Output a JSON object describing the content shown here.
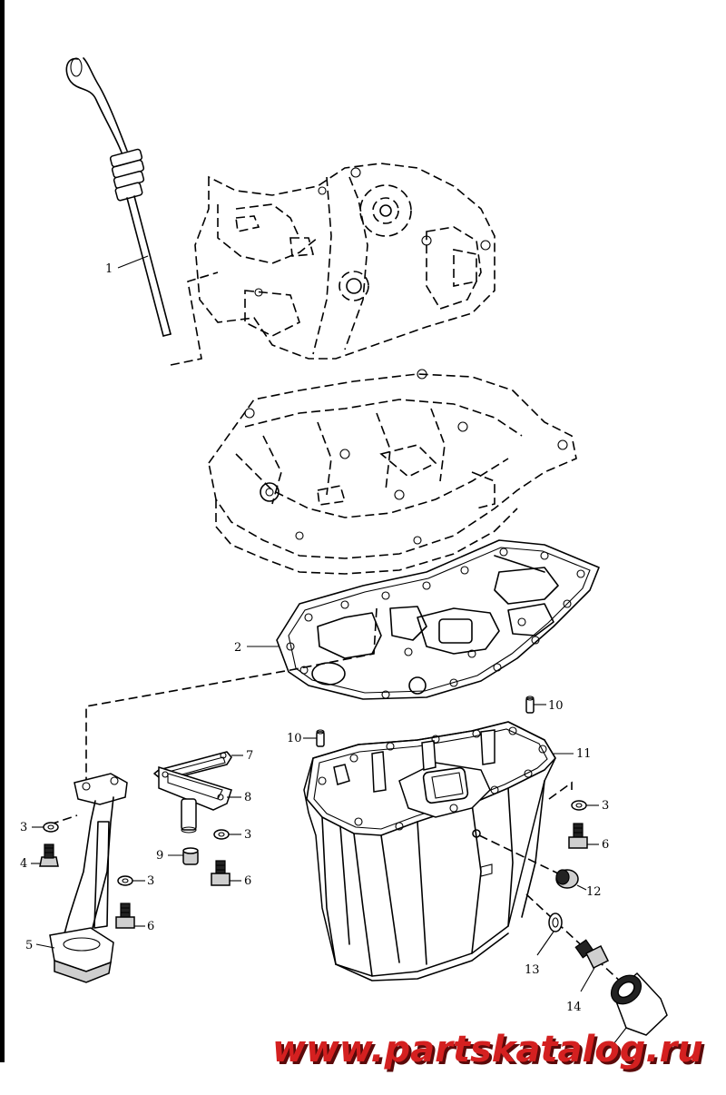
{
  "diagram": {
    "callouts": [
      {
        "id": "c1",
        "label": "1"
      },
      {
        "id": "c2",
        "label": "2"
      },
      {
        "id": "c3a",
        "label": "3"
      },
      {
        "id": "c3b",
        "label": "3"
      },
      {
        "id": "c3c",
        "label": "3"
      },
      {
        "id": "c3d",
        "label": "3"
      },
      {
        "id": "c4",
        "label": "4"
      },
      {
        "id": "c5",
        "label": "5"
      },
      {
        "id": "c6a",
        "label": "6"
      },
      {
        "id": "c6b",
        "label": "6"
      },
      {
        "id": "c6c",
        "label": "6"
      },
      {
        "id": "c7",
        "label": "7"
      },
      {
        "id": "c8",
        "label": "8"
      },
      {
        "id": "c9",
        "label": "9"
      },
      {
        "id": "c10a",
        "label": "10"
      },
      {
        "id": "c10b",
        "label": "10"
      },
      {
        "id": "c11",
        "label": "11"
      },
      {
        "id": "c12",
        "label": "12"
      },
      {
        "id": "c13",
        "label": "13"
      },
      {
        "id": "c14",
        "label": "14"
      }
    ],
    "watermark": "www.partskatalog.ru",
    "colors": {
      "line": "#000000",
      "background": "#ffffff",
      "watermark_fill": "#d42020",
      "watermark_shadow": "#5a0a0a"
    }
  }
}
